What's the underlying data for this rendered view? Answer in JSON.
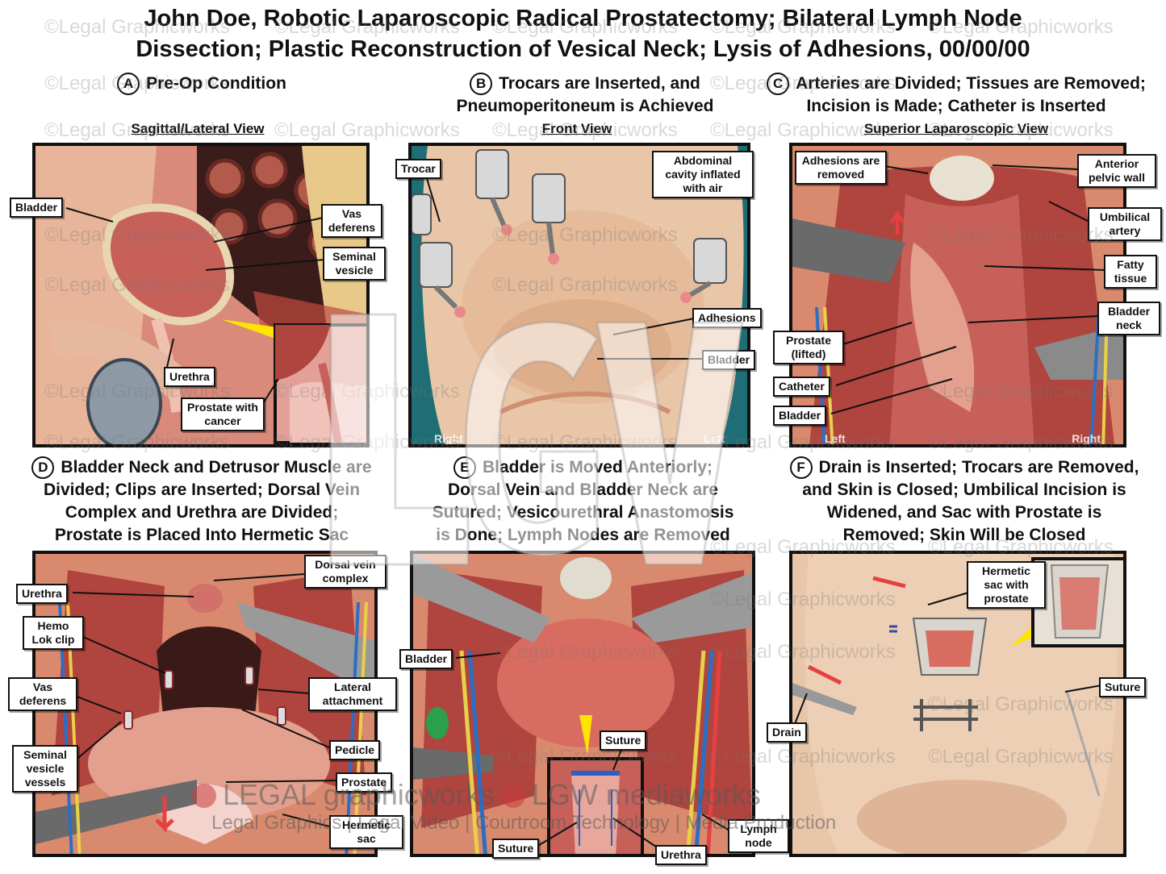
{
  "title": {
    "line1": "John Doe, Robotic Laparoscopic Radical Prostatectomy; Bilateral Lymph Node",
    "line2": "Dissection; Plastic Reconstruction of Vesical Neck; Lysis of Adhesions, 00/00/00"
  },
  "panels": {
    "a": {
      "letter": "A",
      "heading": [
        "Pre-Op Condition"
      ],
      "view": "Sagittal/Lateral View",
      "labels": {
        "bladder": "Bladder",
        "vas": "Vas deferens",
        "seminal": "Seminal vesicle",
        "urethra": "Urethra",
        "prostate": "Prostate with cancer"
      }
    },
    "b": {
      "letter": "B",
      "heading": [
        "Trocars are Inserted, and",
        "Pneumoperitoneum is Achieved"
      ],
      "view": "Front View",
      "labels": {
        "trocar": "Trocar",
        "cavity": "Abdominal cavity inflated with air",
        "adhesions": "Adhesions",
        "bladder": "Bladder"
      },
      "corners": {
        "left": "Right",
        "right": "Left"
      }
    },
    "c": {
      "letter": "C",
      "heading": [
        "Arteries are Divided; Tissues are Removed;",
        "Incision is Made; Catheter is Inserted"
      ],
      "view": "Superior Laparoscopic View",
      "labels": {
        "adhesions": "Adhesions are removed",
        "pelvic": "Anterior pelvic wall",
        "umbilical": "Umbilical artery",
        "fatty": "Fatty tissue",
        "bneck": "Bladder neck",
        "prostate": "Prostate (lifted)",
        "catheter": "Catheter",
        "bladder": "Bladder"
      },
      "corners": {
        "left": "Left",
        "right": "Right"
      }
    },
    "d": {
      "letter": "D",
      "heading": [
        "Bladder Neck and Detrusor Muscle are",
        "Divided; Clips are Inserted; Dorsal Vein",
        "Complex and Urethra are Divided;",
        "Prostate is Placed Into Hermetic Sac"
      ],
      "labels": {
        "urethra": "Urethra",
        "dorsal": "Dorsal vein complex",
        "hemo": "Hemo Lok clip",
        "vas": "Vas deferens",
        "lateral": "Lateral attachment",
        "pedicle": "Pedicle",
        "seminal": "Seminal vesicle vessels",
        "prostate": "Prostate",
        "sac": "Hermetic sac"
      }
    },
    "e": {
      "letter": "E",
      "heading": [
        "Bladder is Moved Anteriorly;",
        "Dorsal Vein and Bladder Neck are",
        "Sutured; Vesicourethral Anastomosis",
        "is Done; Lymph Nodes are Removed"
      ],
      "labels": {
        "bladder": "Bladder",
        "suture_top": "Suture",
        "suture_bottom": "Suture",
        "urethra": "Urethra",
        "lymph": "Lymph node"
      }
    },
    "f": {
      "letter": "F",
      "heading": [
        "Drain is Inserted; Trocars are Removed,",
        "and Skin is Closed; Umbilical Incision is",
        "Widened, and Sac with Prostate is",
        "Removed; Skin Will be Closed"
      ],
      "labels": {
        "sac": "Hermetic sac with prostate",
        "suture": "Suture",
        "drain": "Drain"
      }
    }
  },
  "watermark": "©Legal Graphicworks",
  "logo_mark": "LGW",
  "footer": {
    "brand_a": "LEGAL graphicworks",
    "brand_b": "LGW mediaworks",
    "tagline": "Legal Graphics | Legal Video | Courtroom Technology | Media Production"
  },
  "colors": {
    "tissue": "#c8605a",
    "muscle": "#b0443e",
    "fat": "#e8c98a",
    "teal": "#2c8a94",
    "skin": "#e8bfa0"
  }
}
